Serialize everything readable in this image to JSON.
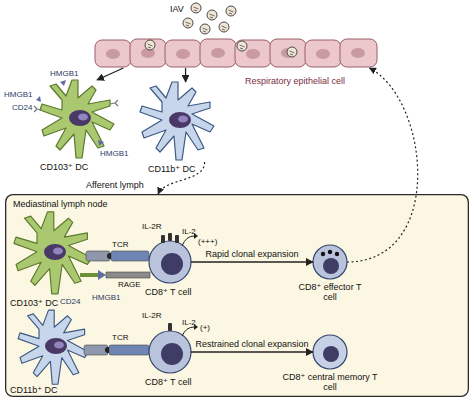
{
  "diagram": {
    "nodes": [
      {
        "text": [
          "Respiratory epithelial cell"
        ]
      },
      {
        "text": [
          "CD103⁺ DC"
        ]
      },
      {
        "text": [
          "CD11b⁺ DC"
        ]
      },
      {
        "text": [
          "Mediastinal lymph node"
        ]
      },
      {
        "text": [
          "CD103⁺ DC"
        ],
        "in": 3
      },
      {
        "text": [
          "CD8⁺ T cell"
        ],
        "in": 3
      },
      {
        "text": [
          "CD8⁺ effector T cell"
        ],
        "in": 3
      },
      {
        "text": [
          "CD11b⁺ DC"
        ],
        "in": 3
      },
      {
        "text": [
          "CD8⁺ T cell"
        ],
        "in": 3
      },
      {
        "text": [
          "CD8⁺ central memory T cell"
        ],
        "in": 3
      }
    ],
    "edges": [
      {
        "from": 0,
        "to": 1,
        "arrow": "to"
      },
      {
        "from": 0,
        "to": 2,
        "arrow": "to"
      },
      {
        "from": 2,
        "to": 3,
        "arrow": "to",
        "label": "Afferent lymph"
      },
      {
        "from": 5,
        "to": 6,
        "arrow": "to",
        "label": "Rapid clonal expansion"
      },
      {
        "from": 8,
        "to": 9,
        "arrow": "to",
        "label": "Restrained clonal expansion"
      },
      {
        "from": 6,
        "to": 0,
        "arrow": "to"
      }
    ],
    "labels": [
      "IAV",
      "HMGB1",
      "CD24",
      "HMGB1",
      "HMGB1",
      "CD24",
      "HMGB1",
      "TCR",
      "IL-2R",
      "IL-2",
      "(+++)",
      "RAGE",
      "TCR",
      "IL-2R",
      "IL-2",
      "(+)"
    ]
  }
}
